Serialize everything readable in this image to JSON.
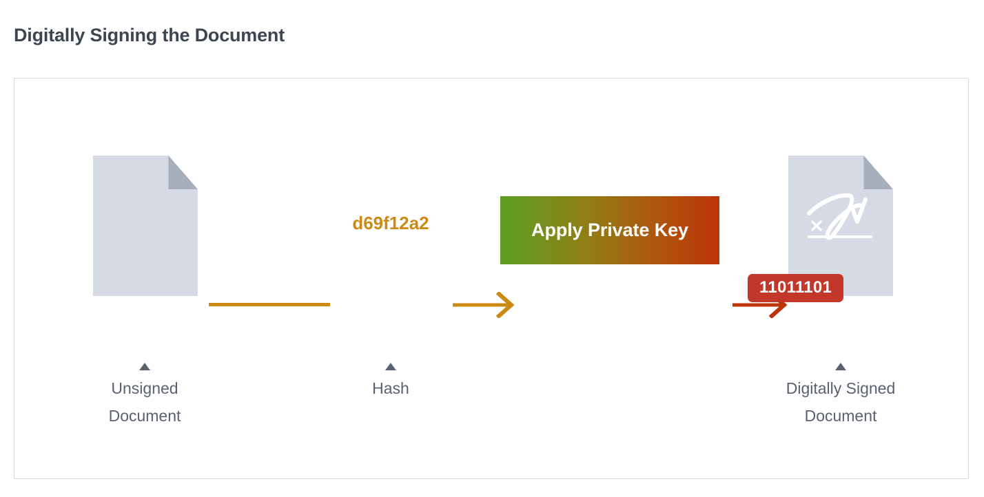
{
  "page": {
    "title": "Digitally Signing the Document",
    "background": "#ffffff",
    "title_color": "#3d4550"
  },
  "card": {
    "border_color": "#d6dae3"
  },
  "colors": {
    "document_fill": "#d5dae5",
    "document_fold": "#a7afbd",
    "hash_amber": "#ca8a13",
    "arrow_amber": "#ca8a13",
    "arrow_red": "#bd3409",
    "gradient_start": "#5d9e23",
    "gradient_end": "#bd3409",
    "badge_red": "#c2372a",
    "caption_gray": "#5a6170"
  },
  "diagram": {
    "type": "flow",
    "nodes": [
      {
        "id": "unsigned-document",
        "kind": "document-icon",
        "caption_pointer": "triangle-up",
        "caption_lines": [
          "Unsigned",
          "Document"
        ]
      },
      {
        "id": "hash",
        "kind": "text-value",
        "value": "d69f12a2",
        "caption_pointer": "triangle-up",
        "caption_lines": [
          "Hash"
        ]
      },
      {
        "id": "apply-private-key",
        "kind": "gradient-box",
        "label": "Apply Private Key"
      },
      {
        "id": "digitally-signed-document",
        "kind": "document-icon",
        "signature_icon": "signature-mark-icon",
        "badge": "11011101",
        "caption_pointer": "triangle-up",
        "caption_lines": [
          "Digitally Signed",
          "Document"
        ]
      }
    ],
    "connectors": [
      {
        "from": "unsigned-document",
        "to": "hash",
        "style": "line",
        "color": "#ca8a13"
      },
      {
        "from": "hash",
        "to": "apply-private-key",
        "style": "arrow",
        "color": "#ca8a13"
      },
      {
        "from": "apply-private-key",
        "to": "digitally-signed-document",
        "style": "arrow",
        "color": "#bd3409"
      }
    ]
  },
  "icons": {
    "document": "document-icon",
    "document_fold": "page-fold-icon",
    "signature": "signature-icon",
    "caption_pointer": "triangle-up-icon",
    "arrow": "arrow-right-icon"
  }
}
